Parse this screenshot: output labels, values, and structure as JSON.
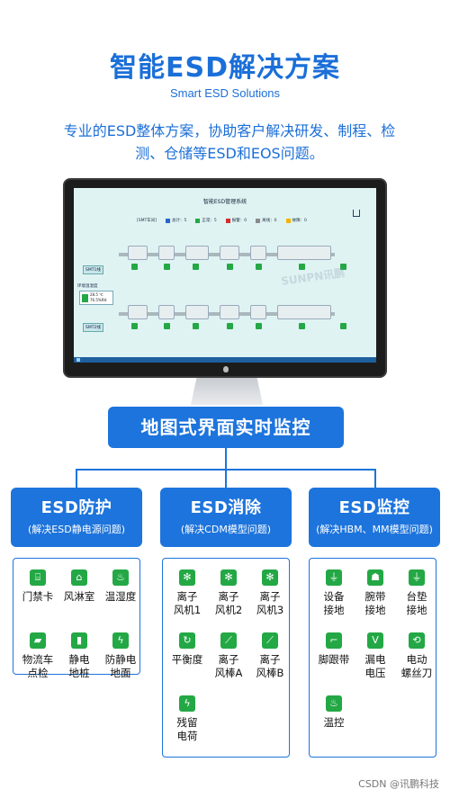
{
  "header": {
    "title": "智能ESD解决方案",
    "subtitle": "Smart ESD Solutions",
    "intro": "专业的ESD整体方案，协助客户解决研发、制程、检测、仓储等ESD和EOS问题。"
  },
  "screen": {
    "title": "智能ESD管理系统",
    "legend": [
      "[SMT车间]",
      "总计：5",
      "正常：5",
      "报警：0",
      "离线：0",
      "故障：0"
    ],
    "legend_colors": [
      "#ffffff",
      "#2a64c8",
      "#23a845",
      "#d62b2b",
      "#8a8a8a",
      "#f0b400"
    ],
    "line_tags": [
      "SMT1线",
      "SMT2线"
    ],
    "env_label": "环境温湿度",
    "env_temp": "28.5 ℃",
    "env_humid": "76.5%RH",
    "watermark": "SUNPN讯鹏"
  },
  "banner": {
    "label": "地图式界面实时监控"
  },
  "categories": [
    {
      "title": "ESD防护",
      "sub": "(解决ESD静电源问题)",
      "items": [
        {
          "icon": "door-access-icon",
          "glyph": "⌸",
          "label": "门禁卡"
        },
        {
          "icon": "air-shower-icon",
          "glyph": "⌂",
          "label": "风淋室"
        },
        {
          "icon": "thermometer-icon",
          "glyph": "♨",
          "label": "温湿度"
        },
        {
          "icon": "truck-icon",
          "glyph": "▰",
          "label": "物流车\n点检"
        },
        {
          "icon": "static-pile-icon",
          "glyph": "▮",
          "label": "静电\n地桩"
        },
        {
          "icon": "floor-icon",
          "glyph": "ϟ",
          "label": "防静电\n地面"
        }
      ]
    },
    {
      "title": "ESD消除",
      "sub": "(解决CDM模型问题)",
      "items": [
        {
          "icon": "ionizer-fan-1-icon",
          "glyph": "✻",
          "label": "离子\n风机1"
        },
        {
          "icon": "ionizer-fan-2-icon",
          "glyph": "✻",
          "label": "离子\n风机2"
        },
        {
          "icon": "ionizer-fan-3-icon",
          "glyph": "✻",
          "label": "离子\n风机3"
        },
        {
          "icon": "balance-icon",
          "glyph": "↻",
          "label": "平衡度"
        },
        {
          "icon": "ion-bar-a-icon",
          "glyph": "⟋",
          "label": "离子\n风棒A"
        },
        {
          "icon": "ion-bar-b-icon",
          "glyph": "⟋",
          "label": "离子\n风棒B"
        },
        {
          "icon": "residual-charge-icon",
          "glyph": "ϟ",
          "label": "残留\n电荷"
        }
      ]
    },
    {
      "title": "ESD监控",
      "sub": "(解决HBM、MM模型问题)",
      "items": [
        {
          "icon": "device-ground-icon",
          "glyph": "⏚",
          "label": "设备\n接地"
        },
        {
          "icon": "wrist-strap-icon",
          "glyph": "☗",
          "label": "腕带\n接地"
        },
        {
          "icon": "mat-ground-icon",
          "glyph": "⏚",
          "label": "台垫\n接地"
        },
        {
          "icon": "heel-strap-icon",
          "glyph": "⌐",
          "label": "脚跟带"
        },
        {
          "icon": "leakage-icon",
          "glyph": "V",
          "label": "漏电\n电压"
        },
        {
          "icon": "screwdriver-icon",
          "glyph": "⟲",
          "label": "电动\n螺丝刀"
        },
        {
          "icon": "temp-control-icon",
          "glyph": "♨",
          "label": "温控"
        }
      ]
    }
  ],
  "footer": "CSDN @讯鹏科技"
}
